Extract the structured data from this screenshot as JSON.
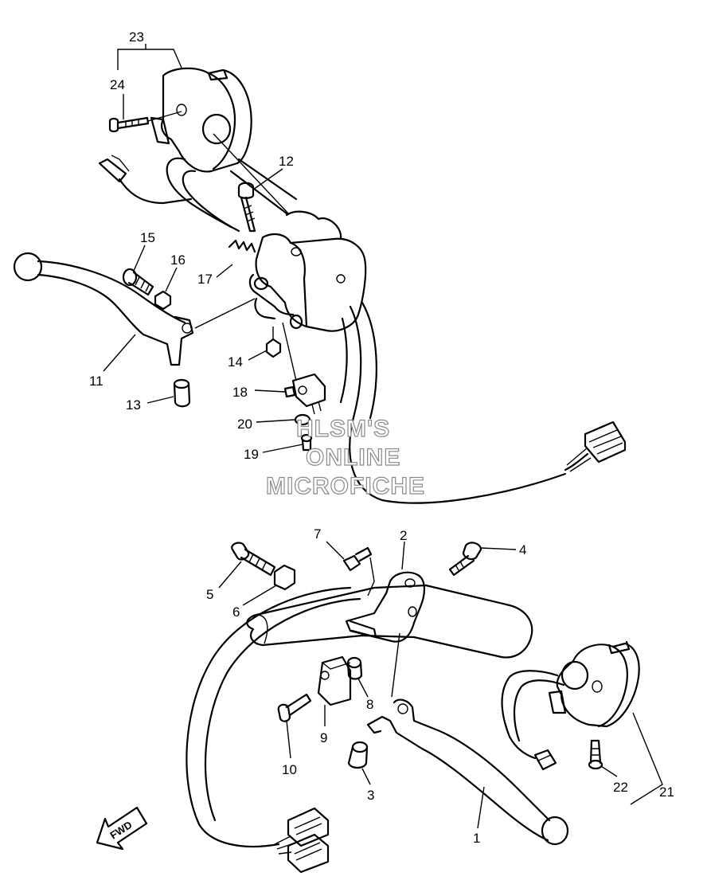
{
  "diagram": {
    "callouts": [
      {
        "id": "c1",
        "label": "1"
      },
      {
        "id": "c2",
        "label": "2"
      },
      {
        "id": "c3",
        "label": "3"
      },
      {
        "id": "c4",
        "label": "4"
      },
      {
        "id": "c5",
        "label": "5"
      },
      {
        "id": "c6",
        "label": "6"
      },
      {
        "id": "c7",
        "label": "7"
      },
      {
        "id": "c8",
        "label": "8"
      },
      {
        "id": "c9",
        "label": "9"
      },
      {
        "id": "c10",
        "label": "10"
      },
      {
        "id": "c11",
        "label": "11"
      },
      {
        "id": "c12",
        "label": "12"
      },
      {
        "id": "c13",
        "label": "13"
      },
      {
        "id": "c14",
        "label": "14"
      },
      {
        "id": "c15",
        "label": "15"
      },
      {
        "id": "c16",
        "label": "16"
      },
      {
        "id": "c17",
        "label": "17"
      },
      {
        "id": "c18",
        "label": "18"
      },
      {
        "id": "c19",
        "label": "19"
      },
      {
        "id": "c20",
        "label": "20"
      },
      {
        "id": "c21",
        "label": "21"
      },
      {
        "id": "c22",
        "label": "22"
      },
      {
        "id": "c23",
        "label": "23"
      },
      {
        "id": "c24",
        "label": "24"
      }
    ],
    "watermark": {
      "line1": "HLSM'S",
      "line2": "ONLINE",
      "line3": "MICROFICHE"
    },
    "direction_arrow": {
      "label": "FWD",
      "icon": "fwd-arrow-icon"
    }
  }
}
